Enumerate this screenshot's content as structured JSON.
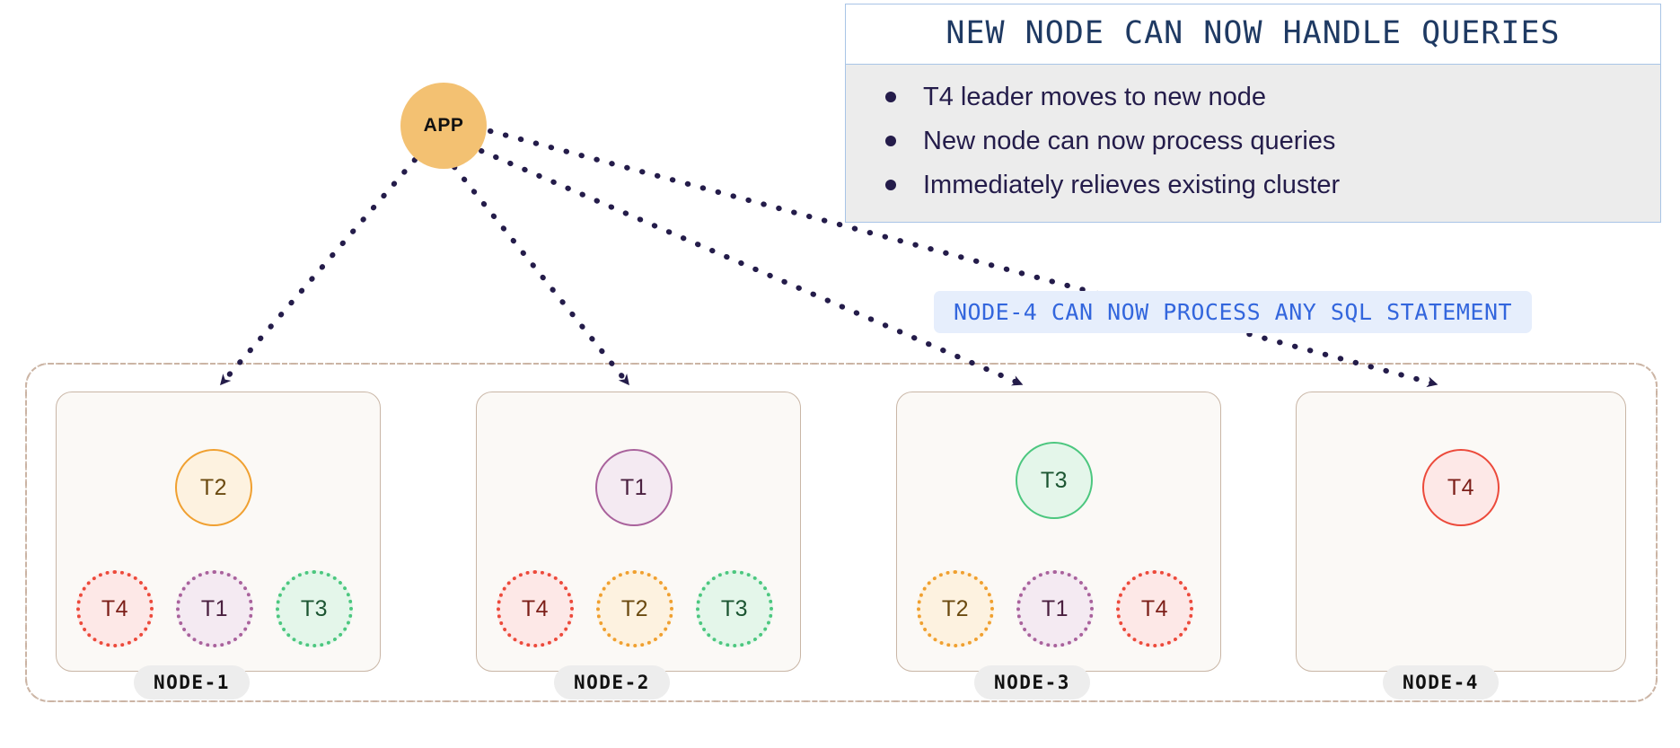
{
  "header": {
    "title": "NEW NODE CAN NOW HANDLE QUERIES",
    "bullets": [
      "T4 leader moves to new node",
      "New node can now process queries",
      "Immediately relieves existing cluster"
    ],
    "border_color": "#a8c4e6",
    "title_color": "#1f3a63",
    "body_bg": "#ececec"
  },
  "sub_callout": {
    "text": "NODE-4 CAN NOW PROCESS ANY SQL STATEMENT",
    "text_color": "#3366dd",
    "bg_color": "#e6eefc"
  },
  "app": {
    "label": "APP",
    "color": "#f3c172"
  },
  "cluster": {
    "border_color": "#cbb4a4",
    "nodes": [
      {
        "name": "NODE-1",
        "leader": {
          "label": "T2",
          "table": "t2"
        },
        "followers": [
          {
            "label": "T4",
            "table": "t4"
          },
          {
            "label": "T1",
            "table": "t1"
          },
          {
            "label": "T3",
            "table": "t3"
          }
        ]
      },
      {
        "name": "NODE-2",
        "leader": {
          "label": "T1",
          "table": "t1"
        },
        "followers": [
          {
            "label": "T4",
            "table": "t4"
          },
          {
            "label": "T2",
            "table": "t2"
          },
          {
            "label": "T3",
            "table": "t3"
          }
        ]
      },
      {
        "name": "NODE-3",
        "leader": {
          "label": "T3",
          "table": "t3"
        },
        "followers": [
          {
            "label": "T2",
            "table": "t2"
          },
          {
            "label": "T1",
            "table": "t1"
          },
          {
            "label": "T4",
            "table": "t4"
          }
        ]
      },
      {
        "name": "NODE-4",
        "leader": {
          "label": "T4",
          "table": "t4"
        },
        "followers": []
      }
    ]
  },
  "palette": {
    "t1": "#a9629c",
    "t2": "#f0a030",
    "t3": "#4cc77f",
    "t4": "#ec4a3b",
    "edge": "#241c4a"
  }
}
